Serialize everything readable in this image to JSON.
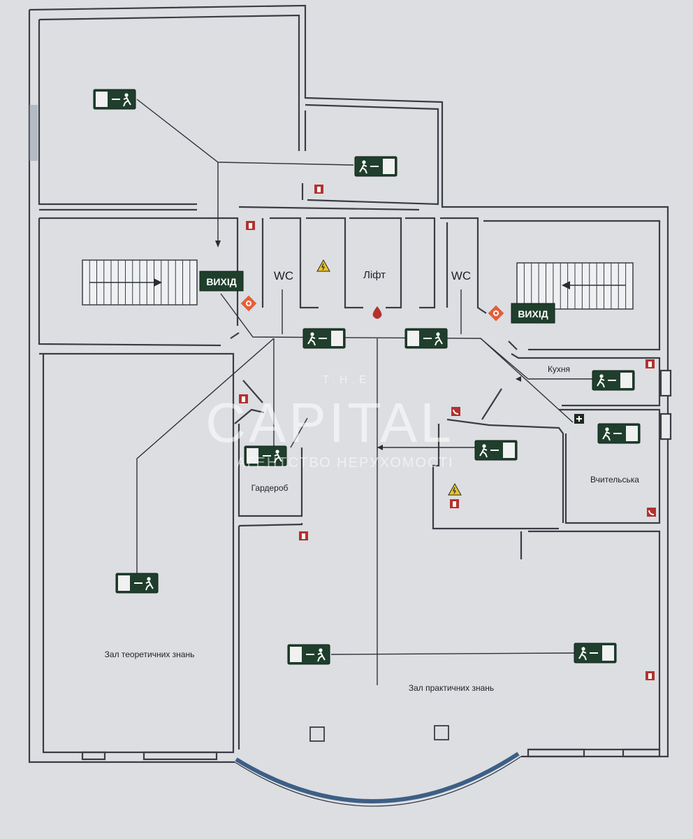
{
  "labels": {
    "wc_left": "WC",
    "lift": "Ліфт",
    "wc_right": "WC",
    "exit_left": "ВИХІД",
    "exit_right": "ВИХІД",
    "kitchen": "Кухня",
    "teachers": "Вчительська",
    "cloakroom": "Гардероб",
    "theory_hall": "Зал теоретичних знань",
    "practice_hall": "Зал практичних знань"
  },
  "watermark": {
    "top": "T.H.E",
    "main": "CAPITAL",
    "sub": "АГЕНТСТВО НЕРУХОМОСТІ"
  },
  "icons": {
    "exit_sign": "running-man-exit-icon",
    "fire_extinguisher": "fire-extinguisher-icon",
    "warning": "warning-triangle-icon",
    "fire_hose": "fire-hose-icon",
    "phone": "phone-icon",
    "first_aid": "first-aid-icon",
    "drop": "water-drop-icon"
  },
  "colors": {
    "background": "#dcdee2",
    "walls": "#3a3d44",
    "exit_sign": "#1f3f2c",
    "safety_red": "#b3322e",
    "warning_yellow": "#e9c12a",
    "window_arc": "#3d5f86"
  }
}
